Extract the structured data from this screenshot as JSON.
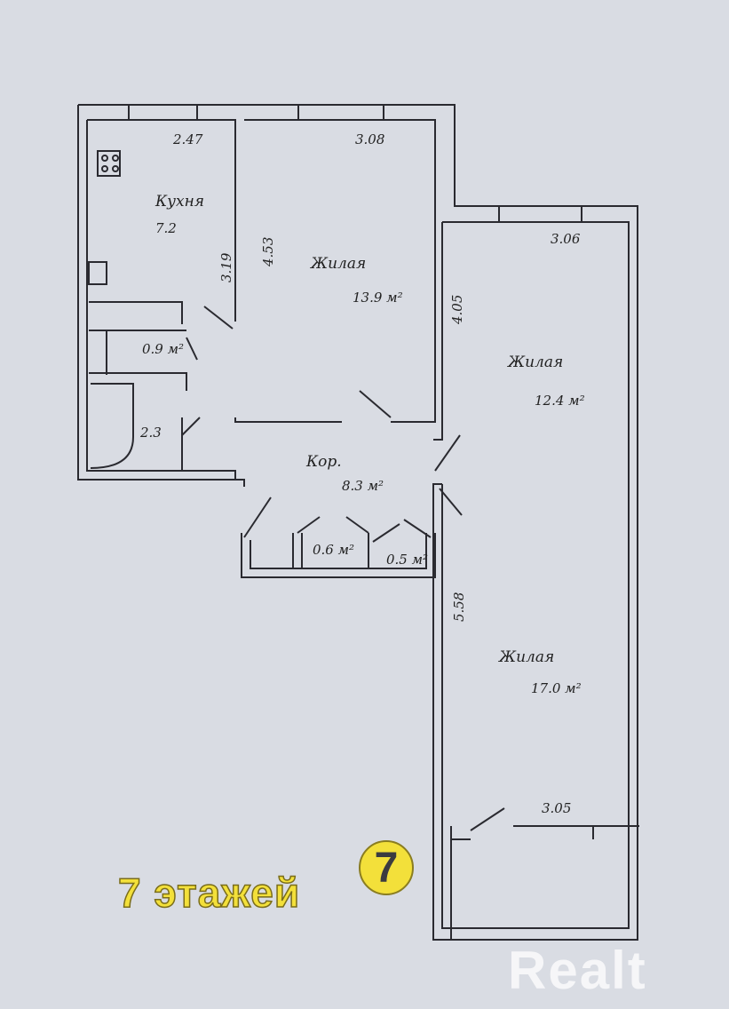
{
  "kitchen": {
    "name": "Кухня",
    "area": "7.2",
    "width": "2.47",
    "depth": "3.19"
  },
  "toilet": {
    "area": "0.9 м²"
  },
  "bathroom": {
    "area": "2.3"
  },
  "living1": {
    "name": "Жилая",
    "area": "13.9 м²",
    "width": "3.08",
    "depth": "4.53"
  },
  "living2": {
    "name": "Жилая",
    "area": "12.4 м²",
    "width": "3.06",
    "depth": "4.05"
  },
  "living3": {
    "name": "Жилая",
    "area": "17.0 м²",
    "width": "3.05",
    "depth": "5.58"
  },
  "corridor": {
    "name": "Кор.",
    "area": "8.3 м²"
  },
  "closet1": {
    "area": "0.6 м²"
  },
  "closet2": {
    "area": "0.5 м²"
  },
  "overlay": {
    "floors_label": "7 этажей",
    "badge": "7"
  },
  "watermark": "Realt"
}
